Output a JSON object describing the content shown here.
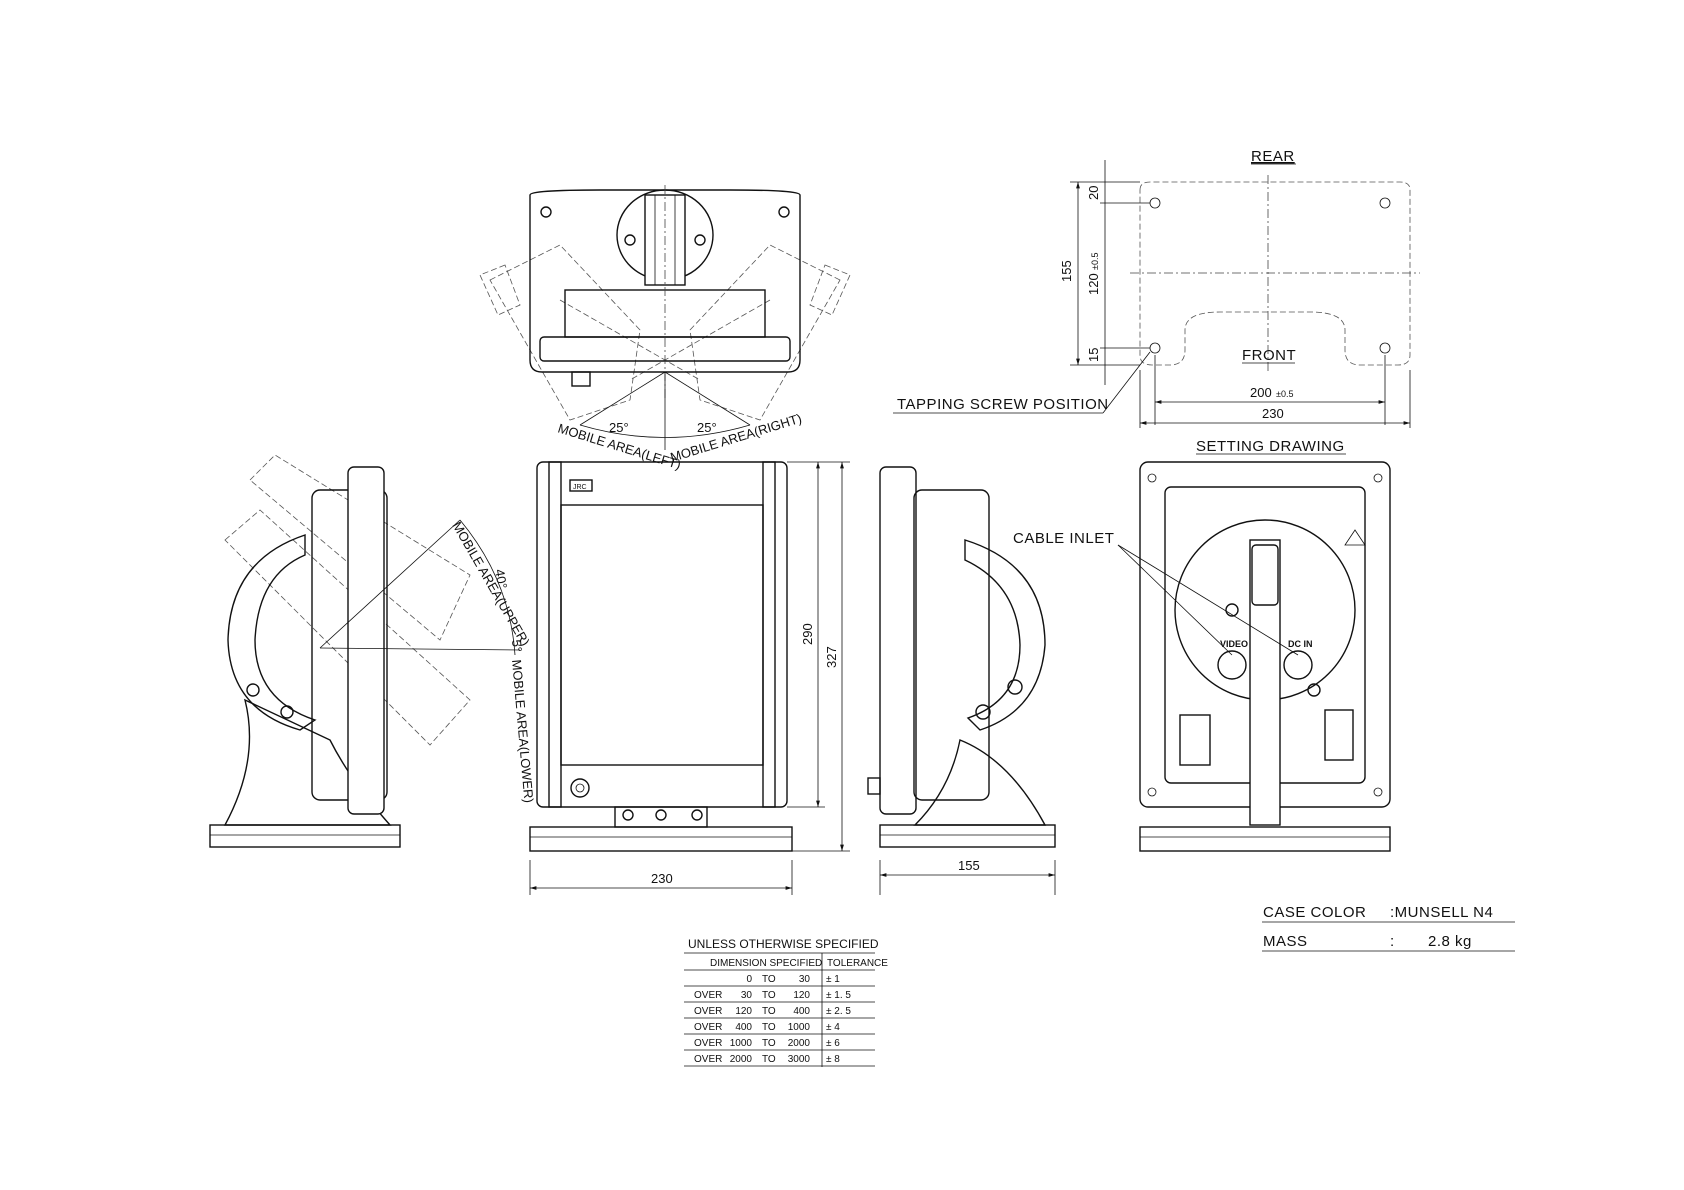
{
  "views": {
    "rear": {
      "label": "REAR",
      "front_label": "FRONT"
    },
    "setting": {
      "label": "SETTING DRAWING"
    },
    "tapping_screw": "TAPPING SCREW POSITION",
    "cable_inlet": "CABLE INLET",
    "connectors": {
      "video": "VIDEO",
      "dc_in": "DC IN"
    },
    "logo": "JRC"
  },
  "angles": {
    "left": "25°",
    "right": "25°",
    "left_label": "MOBILE AREA(LEFT)",
    "right_label": "MOBILE AREA(RIGHT)",
    "upper": "40°",
    "upper_label": "MOBILE AREA(UPPER)",
    "lower": "5°",
    "lower_label": "MOBILE AREA(LOWER)"
  },
  "dimensions": {
    "front_width": "230",
    "front_height_body": "290",
    "front_height_total": "327",
    "side_depth": "155",
    "rear_top": "20",
    "rear_mid": "120",
    "rear_mid_tol": "±0.5",
    "rear_bottom": "15",
    "rear_total": "155",
    "rear_hole_span": "200",
    "rear_hole_span_tol": "±0.5",
    "rear_width": "230"
  },
  "specs": {
    "case_color_label": "CASE COLOR",
    "case_color_value": ":MUNSELL  N4",
    "mass_label": "MASS",
    "mass_sep": ":",
    "mass_value": "2.8  kg"
  },
  "tolerance_table": {
    "title": "UNLESS OTHERWISE SPECIFIED",
    "header_dim": "DIMENSION SPECIFIED",
    "header_tol": "TOLERANCE",
    "rows": [
      {
        "prefix": "",
        "from": "0",
        "to": "TO",
        "upto": "30",
        "tol": "± 1"
      },
      {
        "prefix": "OVER",
        "from": "30",
        "to": "TO",
        "upto": "120",
        "tol": "± 1. 5"
      },
      {
        "prefix": "OVER",
        "from": "120",
        "to": "TO",
        "upto": "400",
        "tol": "± 2. 5"
      },
      {
        "prefix": "OVER",
        "from": "400",
        "to": "TO",
        "upto": "1000",
        "tol": "± 4"
      },
      {
        "prefix": "OVER",
        "from": "1000",
        "to": "TO",
        "upto": "2000",
        "tol": "± 6"
      },
      {
        "prefix": "OVER",
        "from": "2000",
        "to": "TO",
        "upto": "3000",
        "tol": "± 8"
      }
    ]
  }
}
